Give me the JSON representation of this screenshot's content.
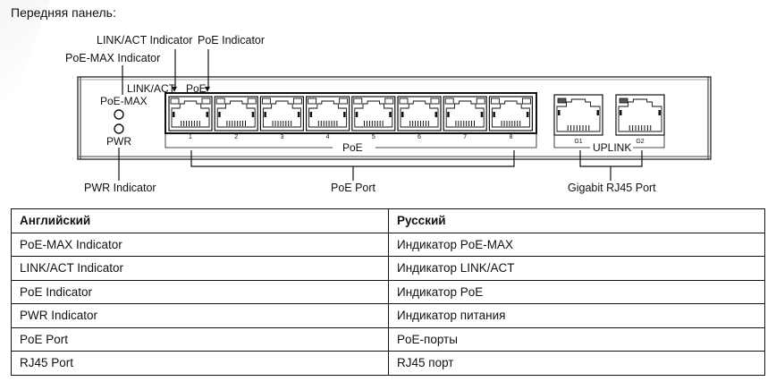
{
  "heading": "Передняя панель:",
  "diagram": {
    "callouts": {
      "link_act": "LINK/ACT Indicator",
      "poe": "PoE Indicator",
      "poe_max": "PoE-MAX Indicator",
      "pwr": "PWR Indicator",
      "poe_port": "PoE Port",
      "gigabit_port": "Gigabit RJ45 Port"
    },
    "panel_labels": {
      "link_act": "LINK/ACT",
      "poe": "PoE",
      "poe_max": "PoE-MAX",
      "pwr": "PWR",
      "poe_group": "PoE",
      "uplink_group": "UPLINK"
    },
    "poe_ports": [
      "1",
      "2",
      "3",
      "4",
      "5",
      "6",
      "7",
      "8"
    ],
    "uplink_ports": [
      "G1",
      "G2"
    ],
    "indicator_marker": "▾"
  },
  "table": {
    "headers": [
      "Английский",
      "Русский"
    ],
    "rows": [
      [
        "PoE-MAX Indicator",
        "Индикатор PoE-MAX"
      ],
      [
        "LINK/ACT Indicator",
        "Индикатор LINK/ACT"
      ],
      [
        "PoE Indicator",
        "Индикатор PoE"
      ],
      [
        "PWR Indicator",
        "Индикатор питания"
      ],
      [
        "PoE Port",
        "PoE-порты"
      ],
      [
        "RJ45 Port",
        "RJ45 порт"
      ]
    ]
  }
}
